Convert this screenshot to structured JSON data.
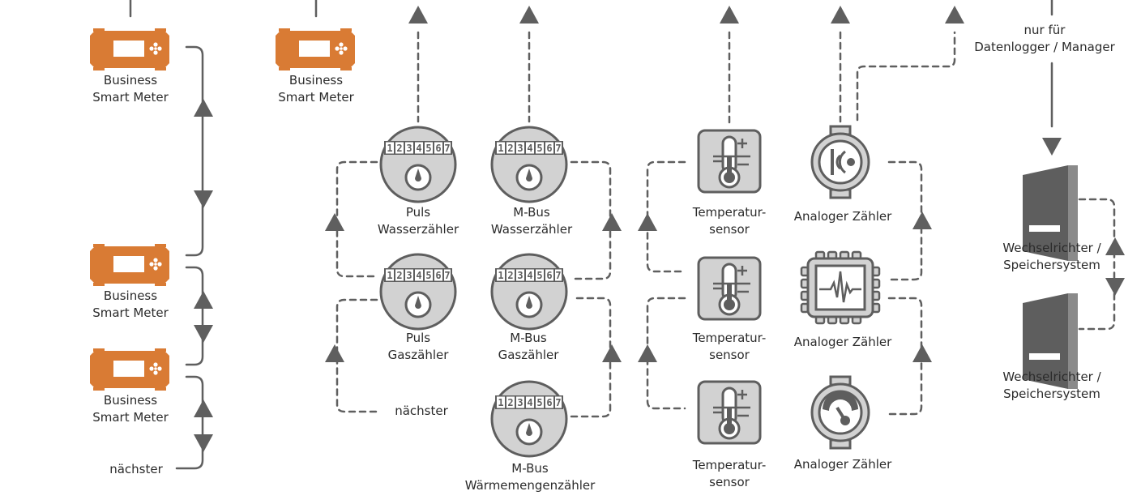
{
  "colors": {
    "line": "#5f5f5f",
    "meter_orange": "#d97b34",
    "device_gray": "#d2d2d2",
    "device_dark": "#5e5e5e",
    "text": "#2b2b2b"
  },
  "smart_meters": [
    {
      "line1": "Business",
      "line2": "Smart Meter"
    },
    {
      "line1": "Business",
      "line2": "Smart Meter"
    },
    {
      "line1": "Business",
      "line2": "Smart Meter"
    },
    {
      "line1": "Business",
      "line2": "Smart Meter"
    }
  ],
  "left_chain_next": "nächster",
  "meter_digits": "1234567",
  "flow_meters": {
    "puls_water": {
      "line1": "Puls",
      "line2": "Wasserzähler"
    },
    "mbus_water": {
      "line1": "M-Bus",
      "line2": "Wasserzähler"
    },
    "puls_gas": {
      "line1": "Puls",
      "line2": "Gaszähler"
    },
    "mbus_gas": {
      "line1": "M-Bus",
      "line2": "Gaszähler"
    },
    "mbus_heat": {
      "line1": "M-Bus",
      "line2": "Wärmemengenzähler"
    }
  },
  "middle_next": "nächster",
  "temperature_sensors": [
    {
      "line1": "Temperatur-",
      "line2": "sensor"
    },
    {
      "line1": "Temperatur-",
      "line2": "sensor"
    },
    {
      "line1": "Temperatur-",
      "line2": "sensor"
    }
  ],
  "analog_meters": [
    {
      "label": "Analoger Zähler",
      "icon": "flow-sensor-icon"
    },
    {
      "label": "Analoger Zähler",
      "icon": "signal-sensor-icon"
    },
    {
      "label": "Analoger Zähler",
      "icon": "gauge-icon"
    }
  ],
  "datalogger_note": {
    "line1": "nur für",
    "line2": "Datenlogger / Manager"
  },
  "inverters": [
    {
      "line1": "Wechselrichter /",
      "line2": "Speichersystem"
    },
    {
      "line1": "Wechselrichter /",
      "line2": "Speichersystem"
    }
  ]
}
